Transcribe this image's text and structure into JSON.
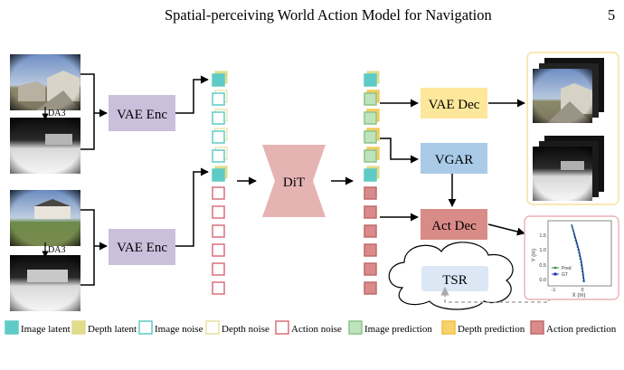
{
  "header": {
    "title": "Spatial-perceiving World Action Model for Navigation",
    "page_number": "5"
  },
  "inputs": {
    "da3_label_top": "DA3",
    "da3_label_bottom": "DA3"
  },
  "blocks": {
    "vae_enc_top": "VAE Enc",
    "vae_enc_bottom": "VAE Enc",
    "dit": "DiT",
    "vae_dec": "VAE Dec",
    "vgar": "VGAR",
    "act_dec": "Act Dec",
    "tsr": "TSR"
  },
  "mini_plot": {
    "ylabel": "Y (m)",
    "xlabel": "X (m)",
    "yticks": [
      "1.5",
      "1.0",
      "0.5",
      "0.0"
    ],
    "xticks": [
      "-1",
      "0"
    ],
    "legend": [
      "Pred",
      "GT"
    ]
  },
  "legend": [
    {
      "label": "Image latent",
      "fill": "#5ecbc6",
      "stroke": "#5ecbc6"
    },
    {
      "label": "Depth latent",
      "fill": "#e0dc8c",
      "stroke": "#e0dc8c"
    },
    {
      "label": "Image noise",
      "fill": "#ffffff",
      "stroke": "#5ecbc6"
    },
    {
      "label": "Depth noise",
      "fill": "#ffffff",
      "stroke": "#e8e0a0"
    },
    {
      "label": "Action noise",
      "fill": "#ffffff",
      "stroke": "#d9707c"
    },
    {
      "label": "Image prediction",
      "fill": "#bfe3bc",
      "stroke": "#8bc487"
    },
    {
      "label": "Depth prediction",
      "fill": "#f7d16a",
      "stroke": "#f0c040"
    },
    {
      "label": "Action prediction",
      "fill": "#d98b8b",
      "stroke": "#c06a6a"
    }
  ],
  "colors": {
    "vae": "#cbbfdc",
    "dit": "#e6b3b3",
    "vae_dec": "#fde79a",
    "vgar": "#a9cbe8",
    "act_dec": "#d98b87",
    "tsr": "#dbe7f5",
    "output_frame": "#f5d98a",
    "plot_frame": "#e6a2a8"
  }
}
